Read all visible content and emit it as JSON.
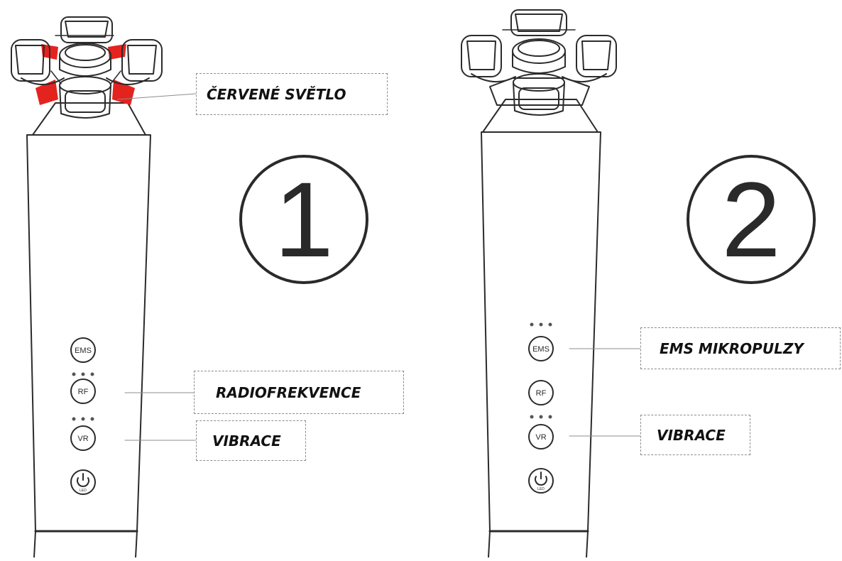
{
  "devices": [
    {
      "step_number": "1",
      "buttons": [
        "EMS",
        "RF",
        "VR",
        "LED"
      ],
      "active_colors": {
        "led_head": "#e4231f"
      },
      "callouts": [
        {
          "label": "ČERVENÉ SVĚTLO"
        },
        {
          "label": "RADIOFREKVENCE"
        },
        {
          "label": "VIBRACE"
        }
      ]
    },
    {
      "step_number": "2",
      "buttons": [
        "EMS",
        "RF",
        "VR",
        "LED"
      ],
      "callouts": [
        {
          "label": "EMS MIKROPULZY"
        },
        {
          "label": "VIBRACE"
        }
      ]
    }
  ],
  "colors": {
    "outline": "#2b2b2b",
    "indicator_dots": "#555555",
    "red_light": "#e4231f"
  }
}
